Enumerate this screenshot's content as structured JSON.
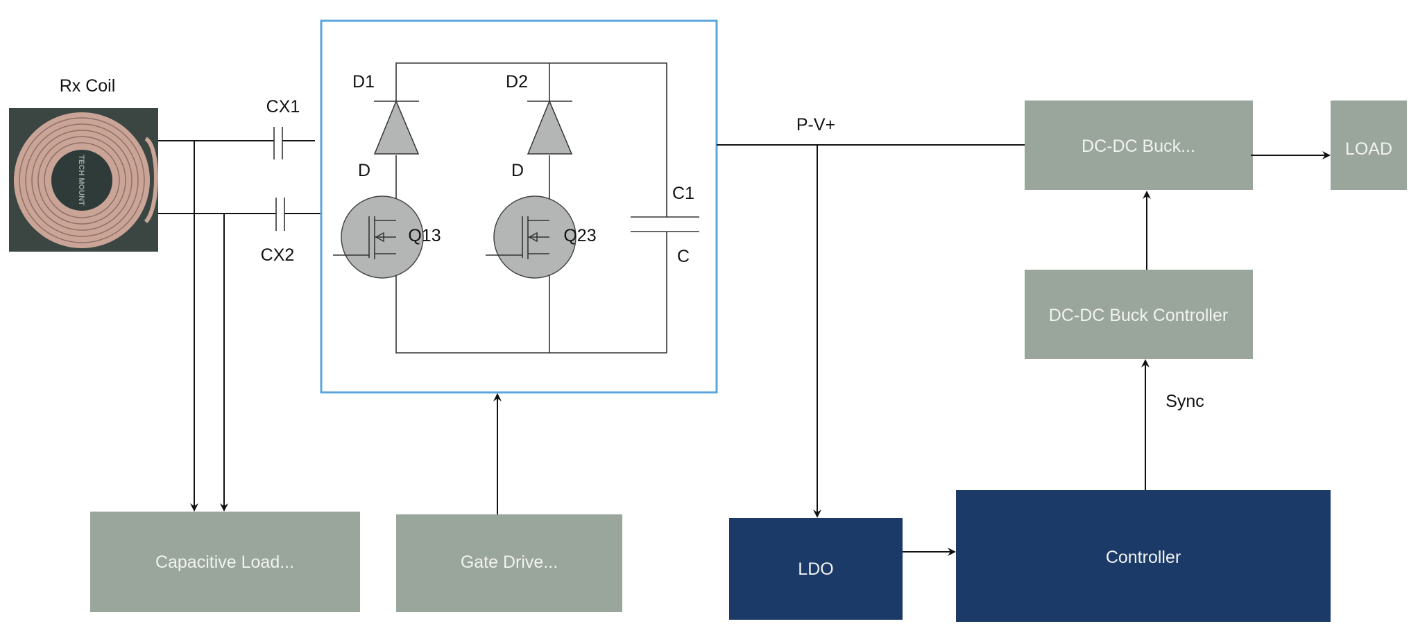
{
  "colors": {
    "frame": "#5aa5dc",
    "grey_block": "#9aa59c",
    "navy_block": "#1b3a68",
    "component_fill": "#b4b5b5"
  },
  "labels": {
    "rx_coil": "Rx Coil",
    "coil_marking": "TECH MOUNT",
    "cx1": "CX1",
    "cx2": "CX2",
    "d1": "D1",
    "d2": "D2",
    "d1_sub": "D",
    "d2_sub": "D",
    "q13": "Q13",
    "q23": "Q23",
    "c1": "C1",
    "c1_sub": "C",
    "pv": "P-V+",
    "sync": "Sync"
  },
  "blocks": {
    "capacitive_load": "Capacitive Load...",
    "gate_drive": "Gate Drive...",
    "dcdc_buck": "DC-DC Buck...",
    "load": "LOAD",
    "buck_controller": "DC-DC Buck Controller",
    "ldo": "LDO",
    "controller": "Controller"
  }
}
